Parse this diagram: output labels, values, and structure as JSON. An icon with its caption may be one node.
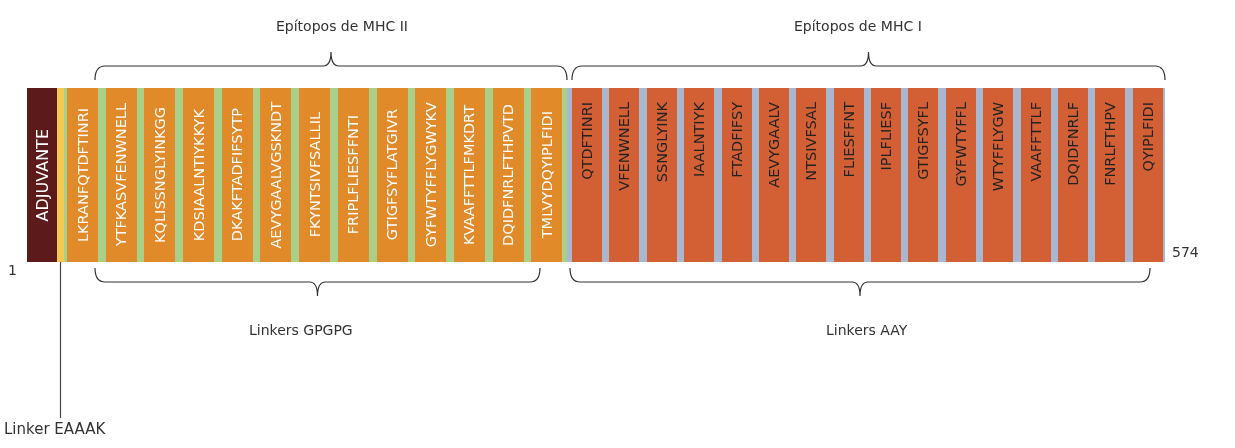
{
  "diagram": {
    "nodes": [
      {
        "text": [
          "ADJUVANTE"
        ]
      },
      {
        "text": [],
        "shape": "bar"
      },
      {
        "text": [
          "LKRANFQTDFTINRI"
        ]
      },
      {
        "text": [
          "YTFKASVFENWNELL"
        ]
      },
      {
        "text": [
          "KQLISSNGLYINKGG"
        ]
      },
      {
        "text": [
          "KDSIAALNTIYKKYK"
        ]
      },
      {
        "text": [
          "DKAKFTADFIFSYTP"
        ]
      },
      {
        "text": [
          "AEVYGAALVGSKNDT"
        ]
      },
      {
        "text": [
          "FKYNTSIVFSALLIL"
        ]
      },
      {
        "text": [
          "FRIPLFLIESFFNTI"
        ]
      },
      {
        "text": [
          "GTIGFSYFLATGIVR"
        ]
      },
      {
        "text": [
          "GYFWTYFFLYGWYKV"
        ]
      },
      {
        "text": [
          "KVAAFFTTLFMKDRT"
        ]
      },
      {
        "text": [
          "DQIDFNRLFTHPVTD"
        ]
      },
      {
        "text": [
          "TMLVYDQYIPLFIDI"
        ]
      },
      {
        "text": [
          "QTDFTINRI"
        ]
      },
      {
        "text": [
          "VFENWNELL"
        ]
      },
      {
        "text": [
          "SSNGLYINK"
        ]
      },
      {
        "text": [
          "IAALNTIYK"
        ]
      },
      {
        "text": [
          "FTADFIFSY"
        ]
      },
      {
        "text": [
          "AEVYGAALV"
        ]
      },
      {
        "text": [
          "NTSIVFSAL"
        ]
      },
      {
        "text": [
          "FLIESFFNT"
        ]
      },
      {
        "text": [
          "IPLFLIESF"
        ]
      },
      {
        "text": [
          "GTIGFSYFL"
        ]
      },
      {
        "text": [
          "GYFWTYFFL"
        ]
      },
      {
        "text": [
          "WTYFFLYGW"
        ]
      },
      {
        "text": [
          "VAAFFTTLF"
        ]
      },
      {
        "text": [
          "DQIDFNRLF"
        ]
      },
      {
        "text": [
          "FNRLFTHPV"
        ]
      },
      {
        "text": [
          "QYIPLFIDI"
        ]
      },
      {
        "text": [
          "Linker EAAAK"
        ]
      }
    ],
    "edges": [
      {
        "from": 31,
        "to": 1,
        "arrow": "none"
      }
    ],
    "labels": [
      "Epítopos de MHC II",
      "Epítopos de MHC I",
      "1",
      "574",
      "Linkers GPGPG",
      "Linkers AAY"
    ]
  }
}
